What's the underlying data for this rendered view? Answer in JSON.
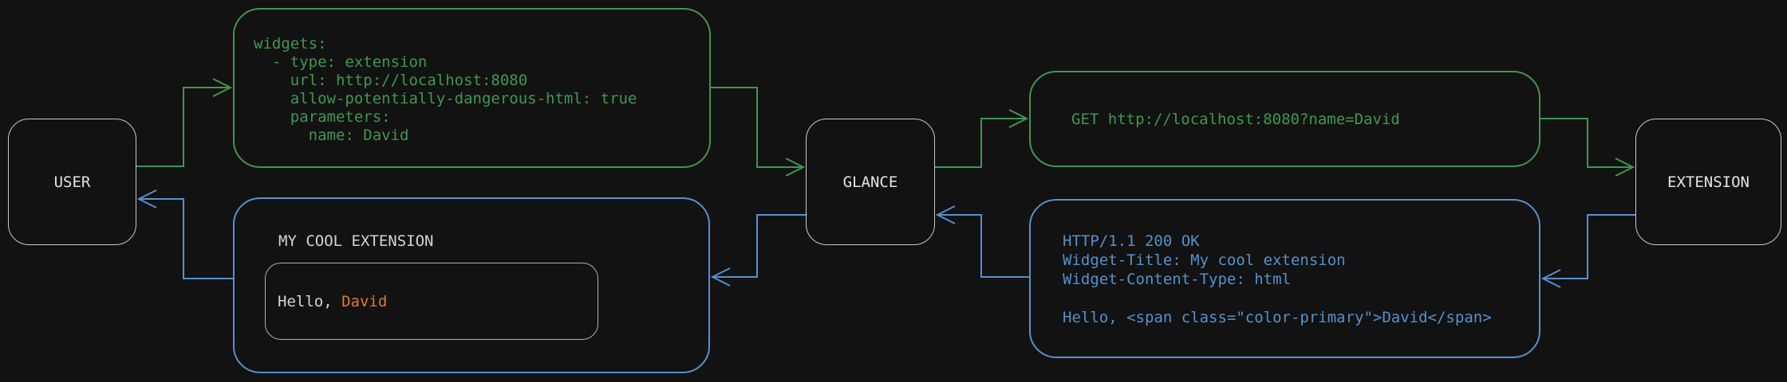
{
  "diagram": {
    "background_color": "#121212",
    "colors": {
      "request_green": "#3f9751",
      "response_blue": "#5591cc",
      "node_border_gray": "#c9c9c9",
      "text_gray": "#d4d4d4",
      "accent_orange": "#e4772e"
    },
    "nodes": {
      "user": {
        "label": "USER"
      },
      "glance": {
        "label": "GLANCE"
      },
      "extension": {
        "label": "EXTENSION"
      }
    },
    "config_box": {
      "lines": [
        "widgets:",
        "  - type: extension",
        "    url: http://localhost:8080",
        "    allow-potentially-dangerous-html: true",
        "    parameters:",
        "      name: David"
      ]
    },
    "request_box": {
      "text": "GET http://localhost:8080?name=David"
    },
    "response_box": {
      "lines": [
        "HTTP/1.1 200 OK",
        "Widget-Title: My cool extension",
        "Widget-Content-Type: html",
        "",
        "Hello, <span class=\"color-primary\">David</span>"
      ]
    },
    "widget_box": {
      "title": "MY COOL EXTENSION",
      "greeting_prefix": "Hello, ",
      "greeting_name": "David"
    }
  }
}
